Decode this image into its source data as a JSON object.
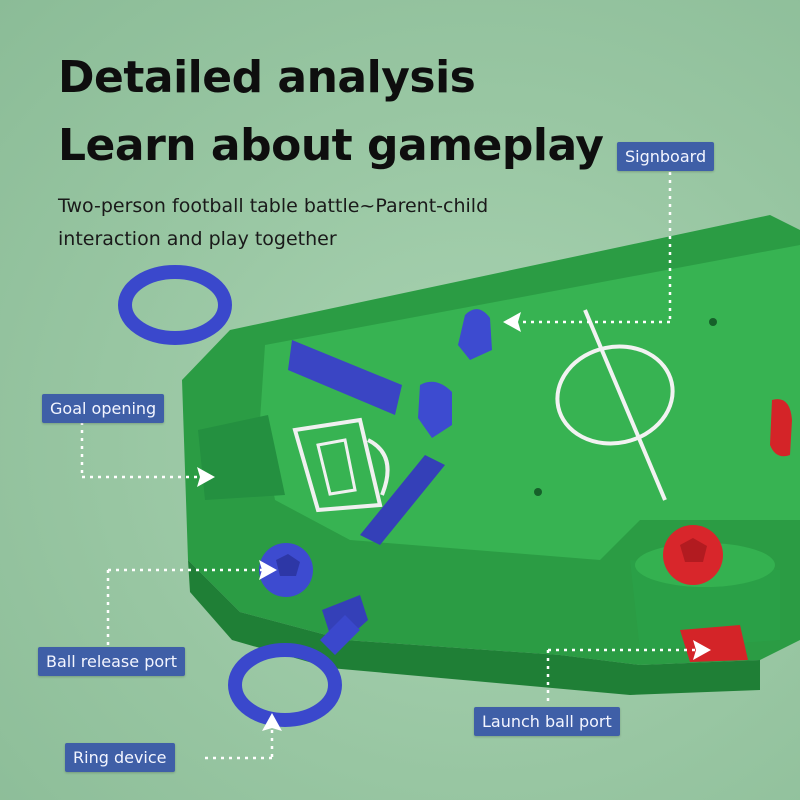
{
  "headline": {
    "line1": "Detailed analysis",
    "line2": "Learn about gameplay"
  },
  "subtitle": "Two-person football table battle~Parent-child interaction and play together",
  "callouts": {
    "signboard": "Signboard",
    "goal_opening": "Goal opening",
    "ball_release_port": "Ball release port",
    "launch_ball_port": "Launch ball port",
    "ring_device": "Ring device"
  },
  "colors": {
    "background": "#9cc9a6",
    "table_green": "#2ea44a",
    "player_blue": "#3848c8",
    "ball_red": "#d8262b",
    "label_blue": "#3f5fa7"
  }
}
